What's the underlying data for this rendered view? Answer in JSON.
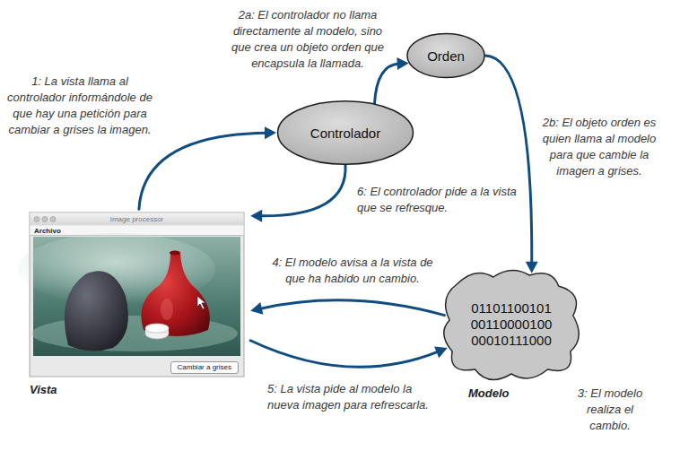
{
  "diagram": {
    "nodes": [
      {
        "text": [
          "Orden"
        ]
      },
      {
        "text": [
          "Controlador"
        ]
      },
      {
        "text": [
          "Vista",
          "Image processor",
          "Archivo",
          "Cambiar a grises"
        ]
      },
      {
        "text": [
          "Modelo",
          "01101100101 00110000100 00010111000"
        ]
      }
    ],
    "edges": [
      {
        "from": 2,
        "to": 1,
        "arrow": "to",
        "label": "1: La vista llama al controlador informándole de que hay una petición para cambiar a grises la imagen."
      },
      {
        "from": 1,
        "to": 0,
        "arrow": "to",
        "label": "2a: El controlador no llama directamente al modelo, sino que crea un objeto orden que encapsula la llamada."
      },
      {
        "from": 0,
        "to": 3,
        "arrow": "to",
        "label": "2b: El objeto orden es quien llama al modelo para que cambie la imagen a grises."
      },
      {
        "from": 3,
        "to": 2,
        "arrow": "to",
        "label": "4: El modelo avisa a la vista de que ha habido un cambio."
      },
      {
        "from": 2,
        "to": 3,
        "arrow": "to",
        "label": "5: La vista pide al modelo la nueva imagen para refrescarla."
      },
      {
        "from": 1,
        "to": 2,
        "arrow": "to",
        "label": "6: El controlador pide a la vista que se refresque."
      }
    ],
    "labels": [
      "3: El modelo realiza el cambio."
    ]
  }
}
